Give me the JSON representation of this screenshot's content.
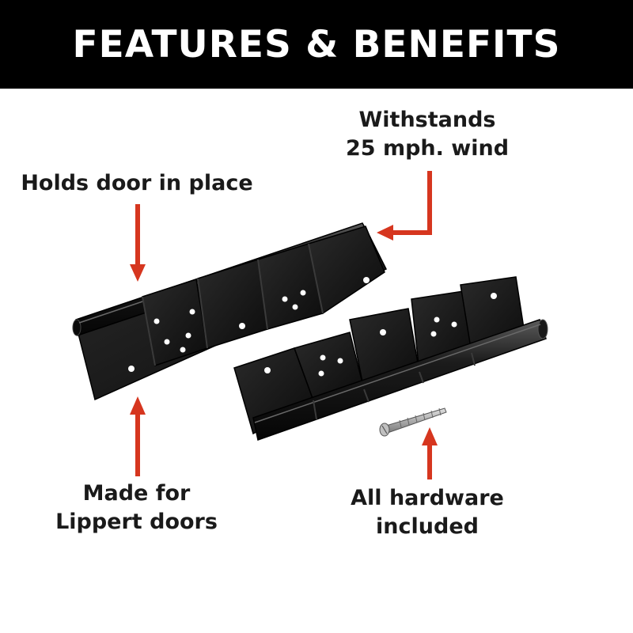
{
  "banner": {
    "title": "FEATURES & BENEFITS",
    "background": "#000000",
    "text_color": "#ffffff"
  },
  "callouts": {
    "holds_door": {
      "line1": "Holds door in place"
    },
    "wind": {
      "line1": "Withstands",
      "line2": "25 mph. wind"
    },
    "lippert": {
      "line1": "Made for",
      "line2": "Lippert doors"
    },
    "hardware": {
      "line1": "All hardware",
      "line2": "included"
    }
  },
  "colors": {
    "arrow": "#d6361f",
    "hinge": "#151515",
    "hinge_highlight": "#4a4a4a",
    "screw": "#a8a8a8"
  },
  "icons": [
    "hinge-image",
    "screw-image",
    "arrow-down",
    "arrow-up",
    "arrow-left"
  ]
}
